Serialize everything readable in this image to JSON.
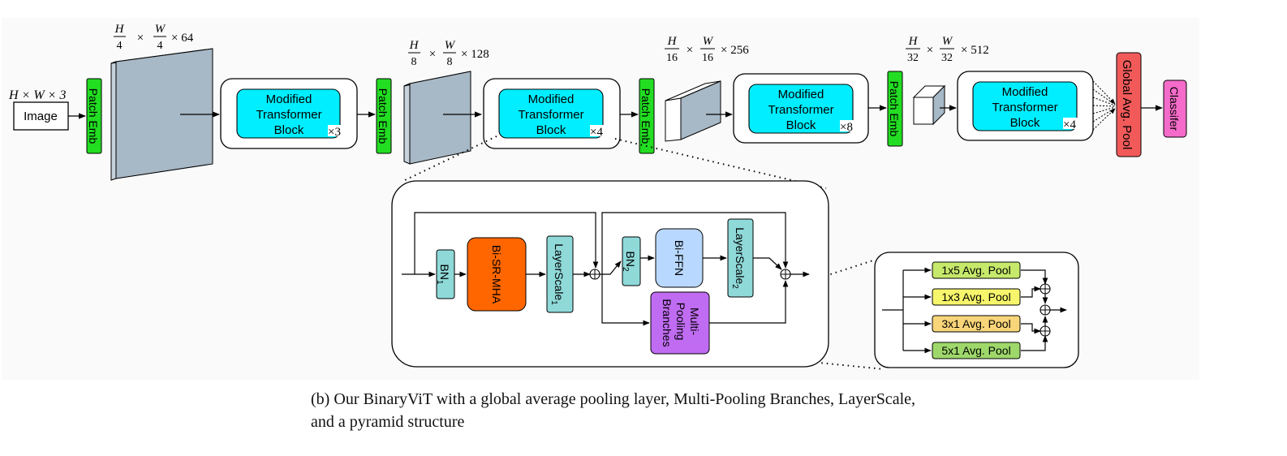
{
  "input": {
    "size_label": "H × W × 3",
    "image_label": "Image"
  },
  "patch_emb_label": "Patch Emb",
  "stages": [
    {
      "dims": {
        "h_num": "H",
        "h_den": "4",
        "w_num": "W",
        "w_den": "4",
        "channels": "× 64"
      },
      "block": [
        "Modified",
        "Transformer",
        "Block"
      ],
      "repeat": "×3"
    },
    {
      "dims": {
        "h_num": "H",
        "h_den": "8",
        "w_num": "W",
        "w_den": "8",
        "channels": "× 128"
      },
      "block": [
        "Modified",
        "Transformer",
        "Block"
      ],
      "repeat": "×4"
    },
    {
      "dims": {
        "h_num": "H",
        "h_den": "16",
        "w_num": "W",
        "w_den": "16",
        "channels": "× 256"
      },
      "block": [
        "Modified",
        "Transformer",
        "Block"
      ],
      "repeat": "×8"
    },
    {
      "dims": {
        "h_num": "H",
        "h_den": "32",
        "w_num": "W",
        "w_den": "32",
        "channels": "× 512"
      },
      "block": [
        "Modified",
        "Transformer",
        "Block"
      ],
      "repeat": "×4"
    }
  ],
  "times_sign": "×",
  "head": {
    "pool_label": "Global Avg. Pool",
    "classifier_label": "Classifer"
  },
  "block_detail": {
    "bn1": {
      "base": "BN",
      "sub": "1"
    },
    "attention": "Bi-SR-MHA",
    "layerscale1": {
      "base": "LayerScale",
      "sub": "1"
    },
    "bn2": {
      "base": "BN",
      "sub": "2"
    },
    "ffn": "Bi-FFN",
    "layerscale2": {
      "base": "LayerScale",
      "sub": "2"
    },
    "multi_pooling": [
      "Multi-",
      "Pooling",
      "Branches"
    ]
  },
  "pooling_detail": {
    "branches": [
      "1x5 Avg. Pool",
      "1x3 Avg. Pool",
      "3x1 Avg. Pool",
      "5x1 Avg. Pool"
    ]
  },
  "caption": "(b) Our BinaryViT with a global average pooling layer, Multi-Pooling Branches, LayerScale, and a pyramid structure",
  "colors": {
    "patch_emb": "#22dd22",
    "transformer_block": "#00eeff",
    "feature_map": "#a7b8c6",
    "bn": "#8fd9d9",
    "attention": "#ff6600",
    "ffn": "#b8d8ff",
    "multi_pooling": "#c06cf2",
    "global_pool": "#f25a5a",
    "classifier": "#f56bc9",
    "pool_1x5": "#c6e86b",
    "pool_1x3": "#f6f56b",
    "pool_3x1": "#f9d57a",
    "pool_5x1": "#9ed86b",
    "background": "#fafafa"
  }
}
